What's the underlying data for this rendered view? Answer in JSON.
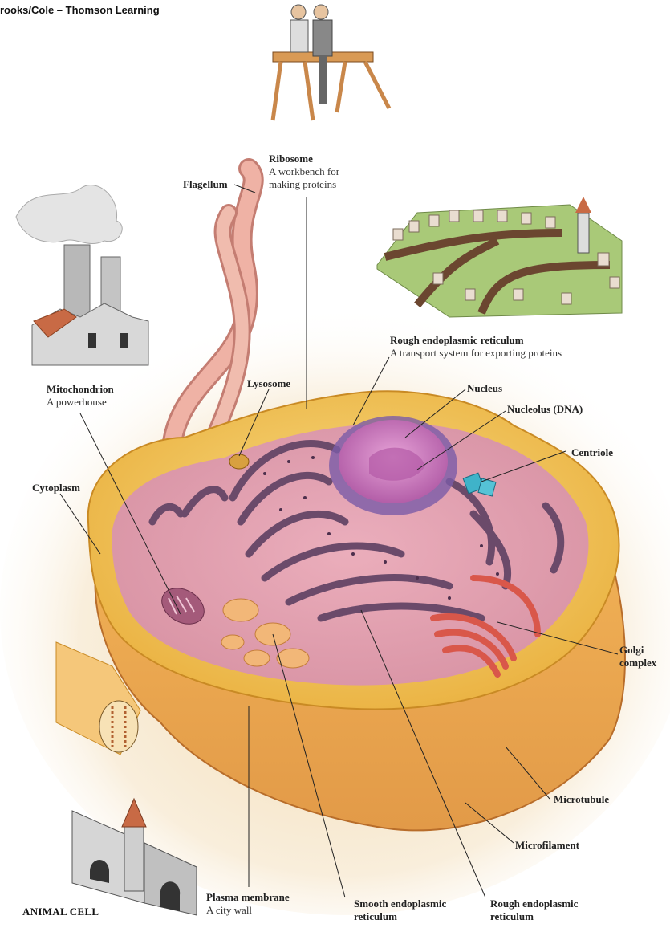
{
  "credit": "rooks/Cole – Thomson Learning",
  "caption": "ANIMAL CELL",
  "labels": {
    "ribosome": {
      "title": "Ribosome",
      "desc1": "A workbench for",
      "desc2": "making proteins"
    },
    "flagellum": {
      "title": "Flagellum"
    },
    "rough_er_top": {
      "title": "Rough endoplasmic reticulum",
      "desc": "A transport system for exporting proteins"
    },
    "mitochondrion": {
      "title": "Mitochondrion",
      "desc": "A powerhouse"
    },
    "lysosome": {
      "title": "Lysosome"
    },
    "nucleus": {
      "title": "Nucleus"
    },
    "nucleolus": {
      "title": "Nucleolus (DNA)"
    },
    "centriole": {
      "title": "Centriole"
    },
    "cytoplasm": {
      "title": "Cytoplasm"
    },
    "golgi": {
      "title1": "Golgi",
      "title2": "complex"
    },
    "microtubule": {
      "title": "Microtubule"
    },
    "microfilament": {
      "title": "Microfilament"
    },
    "plasma_membrane": {
      "title": "Plasma membrane",
      "desc": "A city wall"
    },
    "smooth_er": {
      "title1": "Smooth endoplasmic",
      "title2": "reticulum"
    },
    "rough_er_bottom": {
      "title1": "Rough endoplasmic",
      "title2": "reticulum"
    }
  },
  "colors": {
    "cytoplasm": "#f3c64a",
    "membrane": "#e8a13c",
    "nucleus": "#c46fb5",
    "rough_er": "#6b4a6a",
    "golgi": "#d9574a",
    "centriole": "#3fb3c9",
    "flagellum": "#e9a79a",
    "background_glow": "#f2dcb2"
  }
}
